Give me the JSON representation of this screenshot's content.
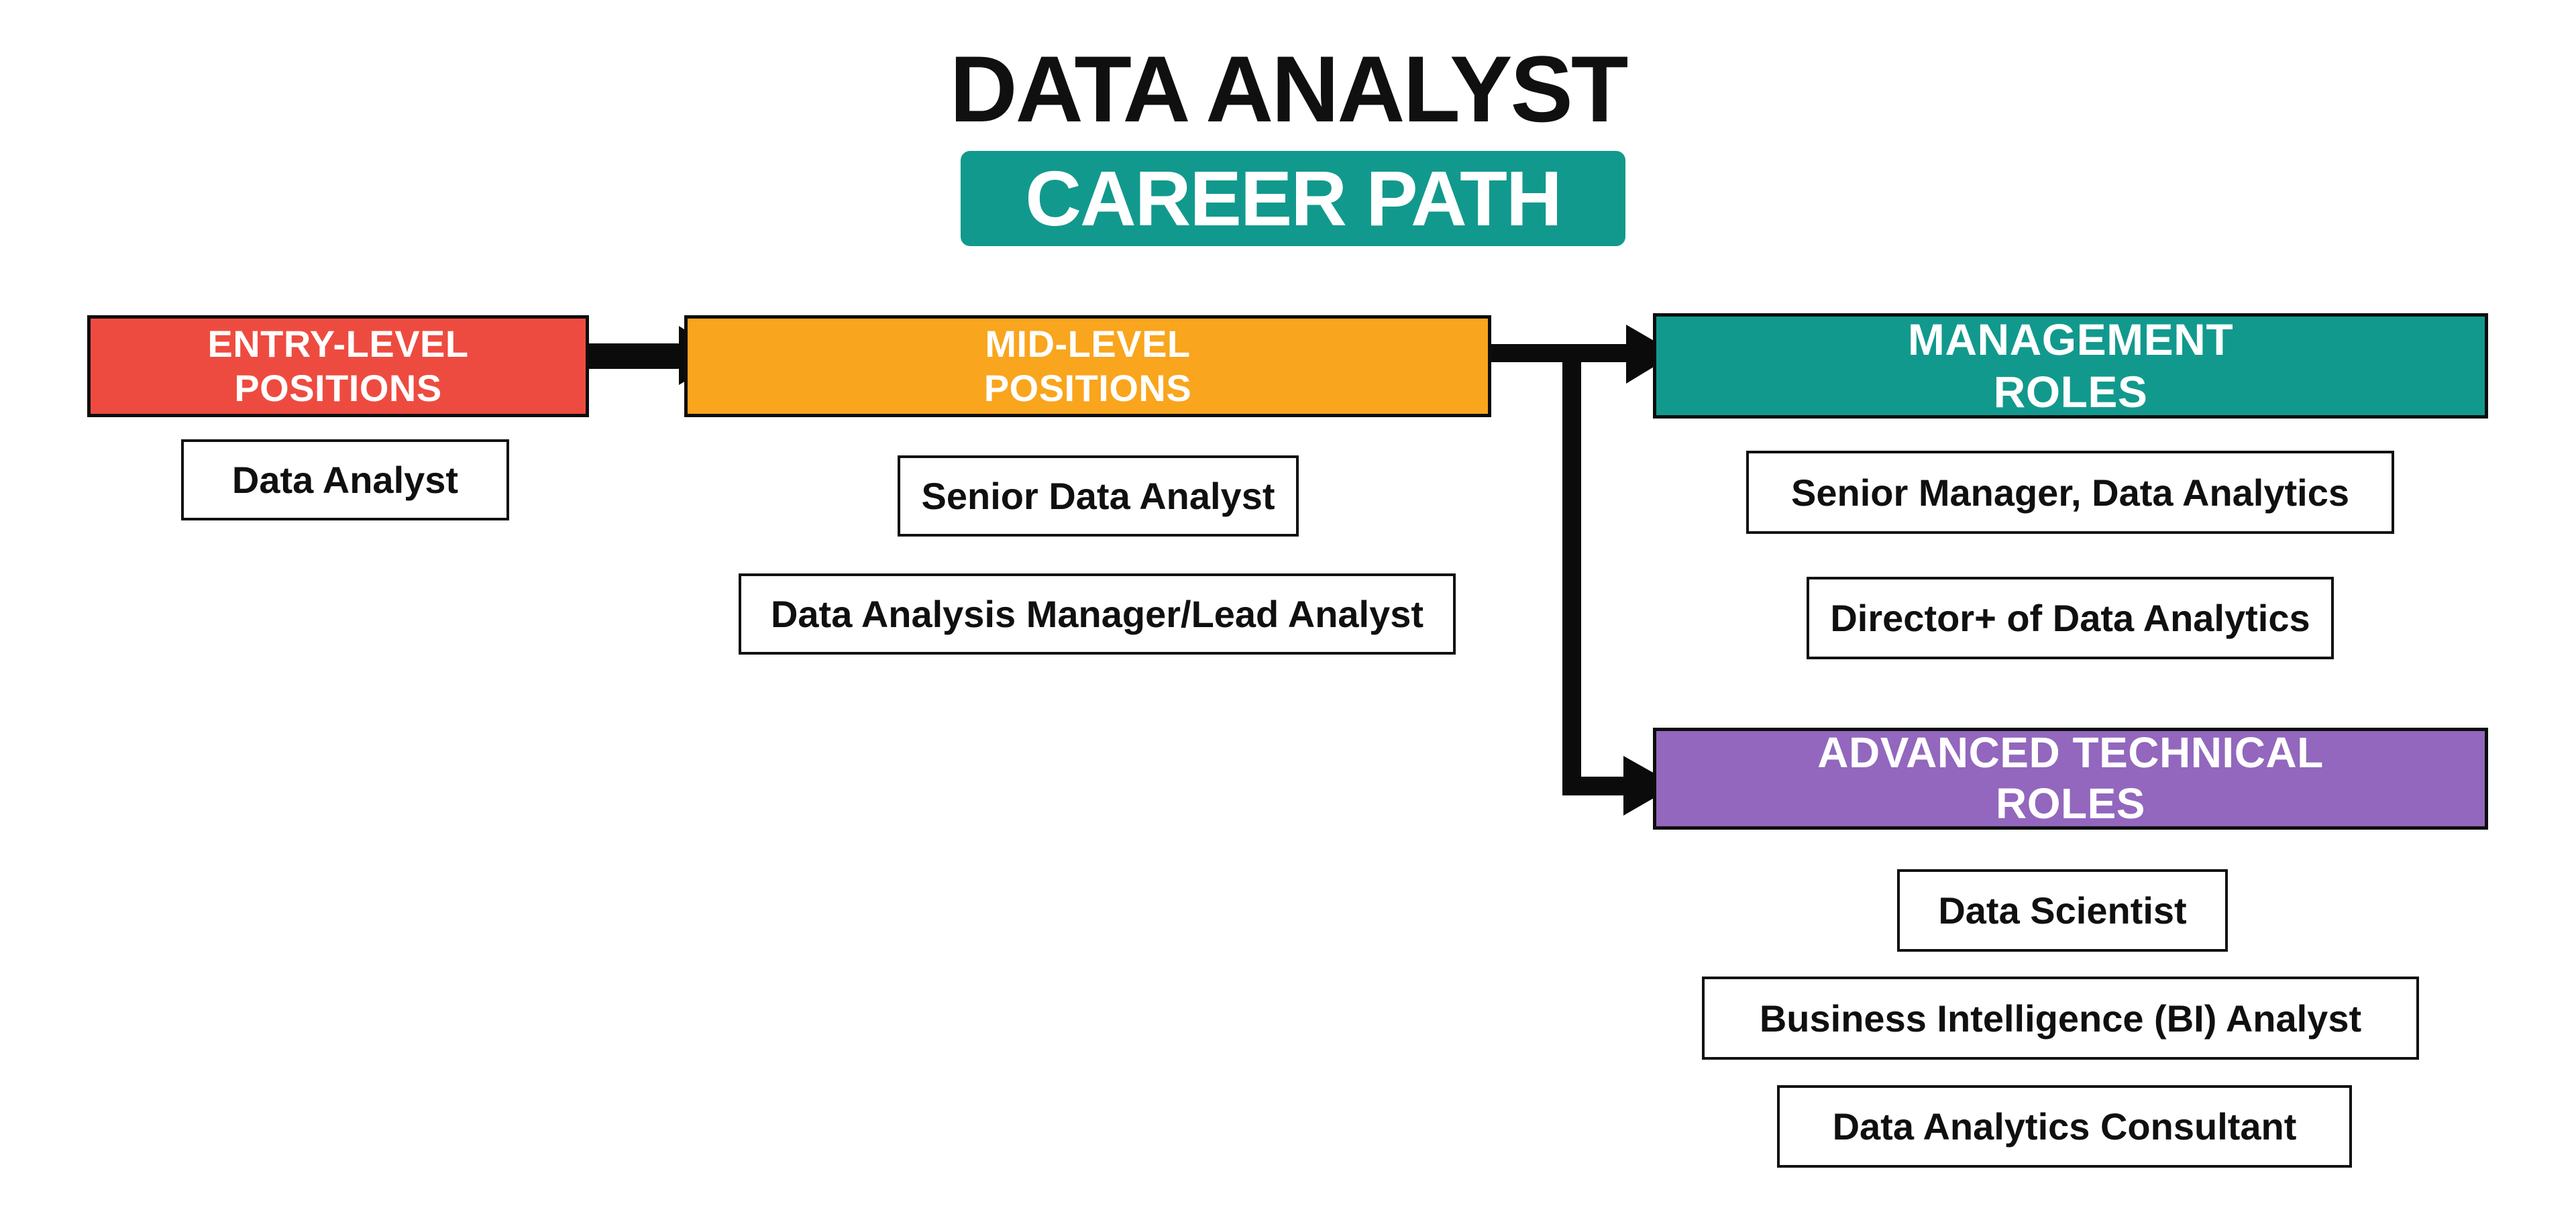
{
  "page": {
    "background_color": "#ffffff",
    "text_color": "#101010"
  },
  "title": {
    "text": "DATA ANALYST",
    "badge": "CAREER PATH",
    "badge_color": "#12998D"
  },
  "arrows": {
    "color": "#0b0b0b"
  },
  "groups": {
    "entry": {
      "header_line1": "ENTRY-LEVEL",
      "header_line2": "POSITIONS",
      "color": "#EE4B40",
      "roles": [
        "Data Analyst"
      ]
    },
    "mid": {
      "header_line1": "MID-LEVEL",
      "header_line2": "POSITIONS",
      "color": "#F9A51D",
      "roles": [
        "Senior Data Analyst",
        "Data Analysis Manager/Lead Analyst"
      ]
    },
    "management": {
      "header_line1": "MANAGEMENT",
      "header_line2": "ROLES",
      "color": "#12998D",
      "roles": [
        "Senior Manager, Data Analytics",
        "Director+ of Data Analytics"
      ]
    },
    "advanced": {
      "header_line1": "ADVANCED TECHNICAL",
      "header_line2": "ROLES",
      "color": "#9267BD",
      "roles": [
        "Data Scientist",
        "Business Intelligence (BI) Analyst",
        "Data Analytics Consultant"
      ]
    }
  }
}
